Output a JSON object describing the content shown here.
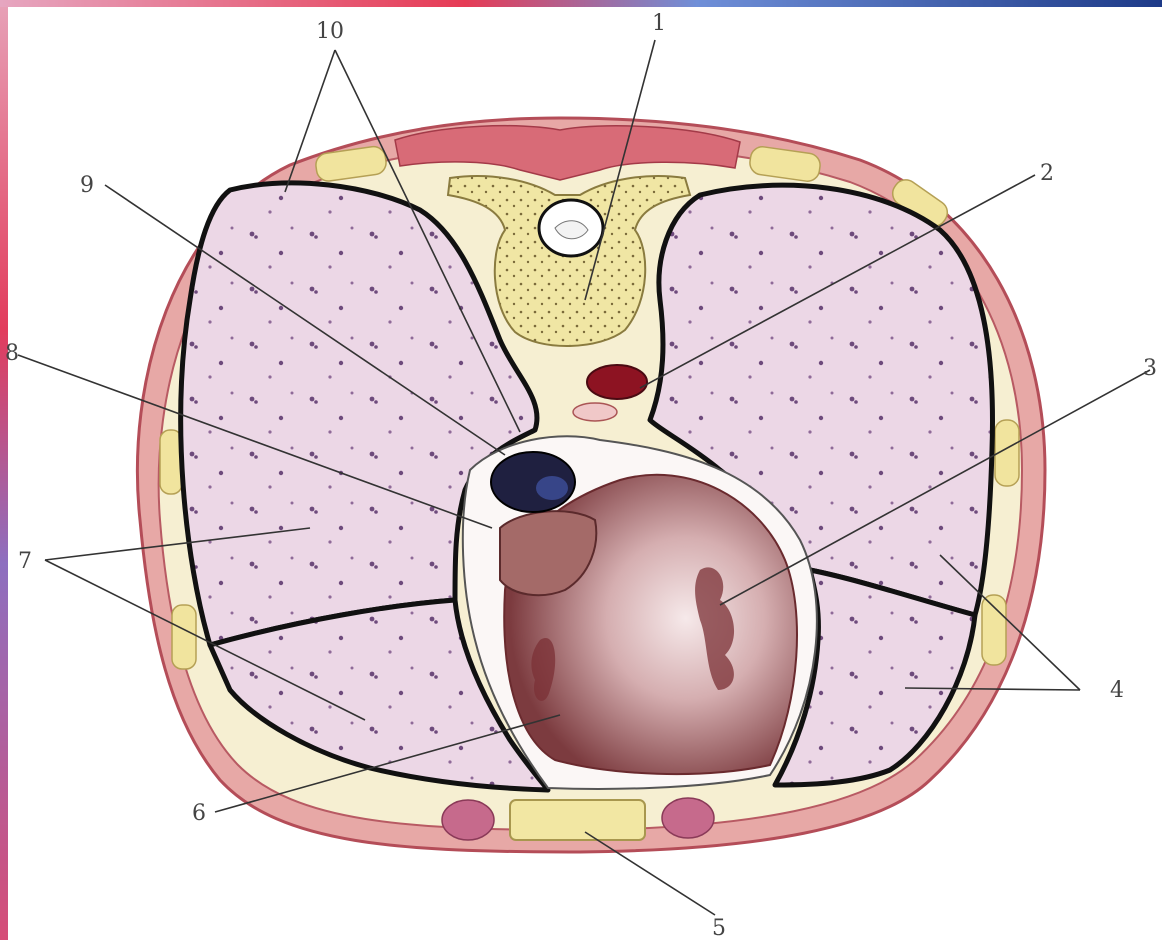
{
  "diagram": {
    "labels": [
      {
        "id": "1",
        "text": "1"
      },
      {
        "id": "2",
        "text": "2"
      },
      {
        "id": "3",
        "text": "3"
      },
      {
        "id": "4",
        "text": "4"
      },
      {
        "id": "5",
        "text": "5"
      },
      {
        "id": "6",
        "text": "6"
      },
      {
        "id": "7",
        "text": "7"
      },
      {
        "id": "8",
        "text": "8"
      },
      {
        "id": "9",
        "text": "9"
      },
      {
        "id": "10",
        "text": "10"
      }
    ]
  },
  "colors": {
    "lung": "#ecd7e6",
    "muscle": "#d97b83",
    "bone": "#f2eaa8",
    "heart": "#b98a86",
    "vein": "#2b2f5a",
    "aorta": "#9a1826",
    "outline": "#1a1a1a",
    "frame_left": "#d6335e",
    "frame_top": "#3b55b0"
  }
}
